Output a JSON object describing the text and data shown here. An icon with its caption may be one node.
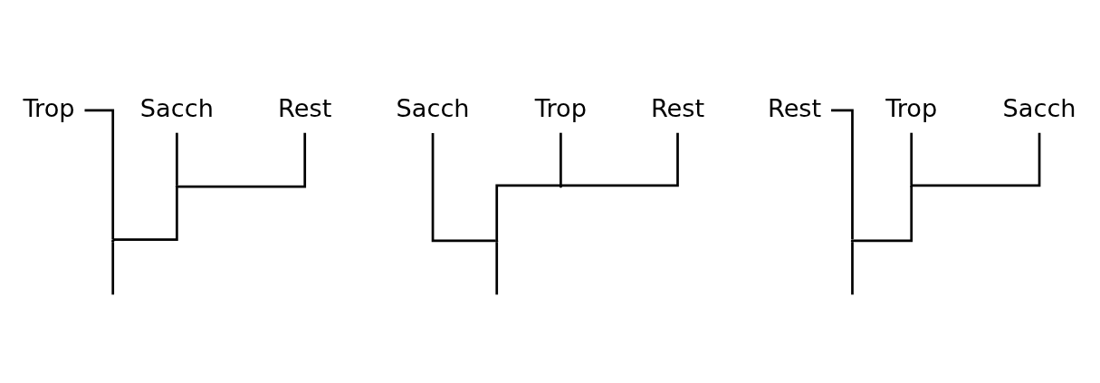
{
  "diagram": {
    "nodes": [
      {
        "text": [
          "Trop"
        ]
      },
      {
        "text": [
          "Sacch"
        ]
      },
      {
        "text": [
          "Rest"
        ]
      },
      {
        "text": [
          "Sacch"
        ]
      },
      {
        "text": [
          "Trop"
        ]
      },
      {
        "text": [
          "Rest"
        ]
      },
      {
        "text": [
          "Rest"
        ]
      },
      {
        "text": [
          "Trop"
        ]
      },
      {
        "text": [
          "Sacch"
        ]
      },
      {
        "text": [],
        "shape": "point"
      },
      {
        "text": [],
        "shape": "point"
      },
      {
        "text": [],
        "shape": "point"
      },
      {
        "text": [],
        "shape": "point"
      },
      {
        "text": [],
        "shape": "point"
      },
      {
        "text": [],
        "shape": "point"
      }
    ],
    "edges": [
      {
        "from": null,
        "to": 10,
        "arrow": "none"
      },
      {
        "from": 10,
        "to": 0,
        "arrow": "none"
      },
      {
        "from": 10,
        "to": 9,
        "arrow": "none"
      },
      {
        "from": 9,
        "to": 1,
        "arrow": "none"
      },
      {
        "from": 9,
        "to": 2,
        "arrow": "none"
      },
      {
        "from": null,
        "to": 12,
        "arrow": "none"
      },
      {
        "from": 12,
        "to": 3,
        "arrow": "none"
      },
      {
        "from": 12,
        "to": 11,
        "arrow": "none"
      },
      {
        "from": 11,
        "to": 4,
        "arrow": "none"
      },
      {
        "from": 11,
        "to": 5,
        "arrow": "none"
      },
      {
        "from": null,
        "to": 14,
        "arrow": "none"
      },
      {
        "from": 14,
        "to": 6,
        "arrow": "none"
      },
      {
        "from": 14,
        "to": 13,
        "arrow": "none"
      },
      {
        "from": 13,
        "to": 7,
        "arrow": "none"
      },
      {
        "from": 13,
        "to": 8,
        "arrow": "none"
      }
    ]
  }
}
